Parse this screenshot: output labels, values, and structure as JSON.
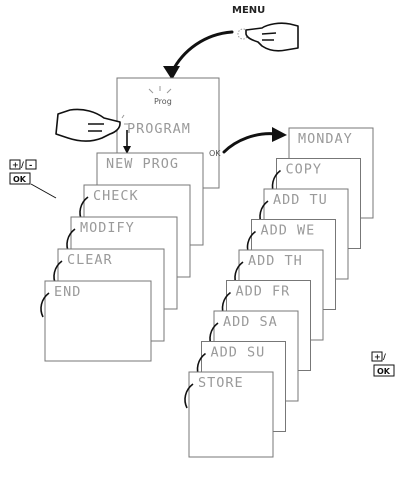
{
  "menu_label": "MENU",
  "program": {
    "prog_badge": "Prog",
    "title": "PROGRAM"
  },
  "left_stack": [
    "NEW PROG",
    "CHECK",
    "MODIFY",
    "CLEAR",
    "END"
  ],
  "right_stack": [
    "MONDAY",
    "COPY",
    "ADD TU",
    "ADD WE",
    "ADD TH",
    "ADD FR",
    "ADD SA",
    "ADD SU",
    "STORE"
  ],
  "ok_marker": "OK",
  "buttons": {
    "plus": "+",
    "minus": "-",
    "ok": "OK"
  }
}
